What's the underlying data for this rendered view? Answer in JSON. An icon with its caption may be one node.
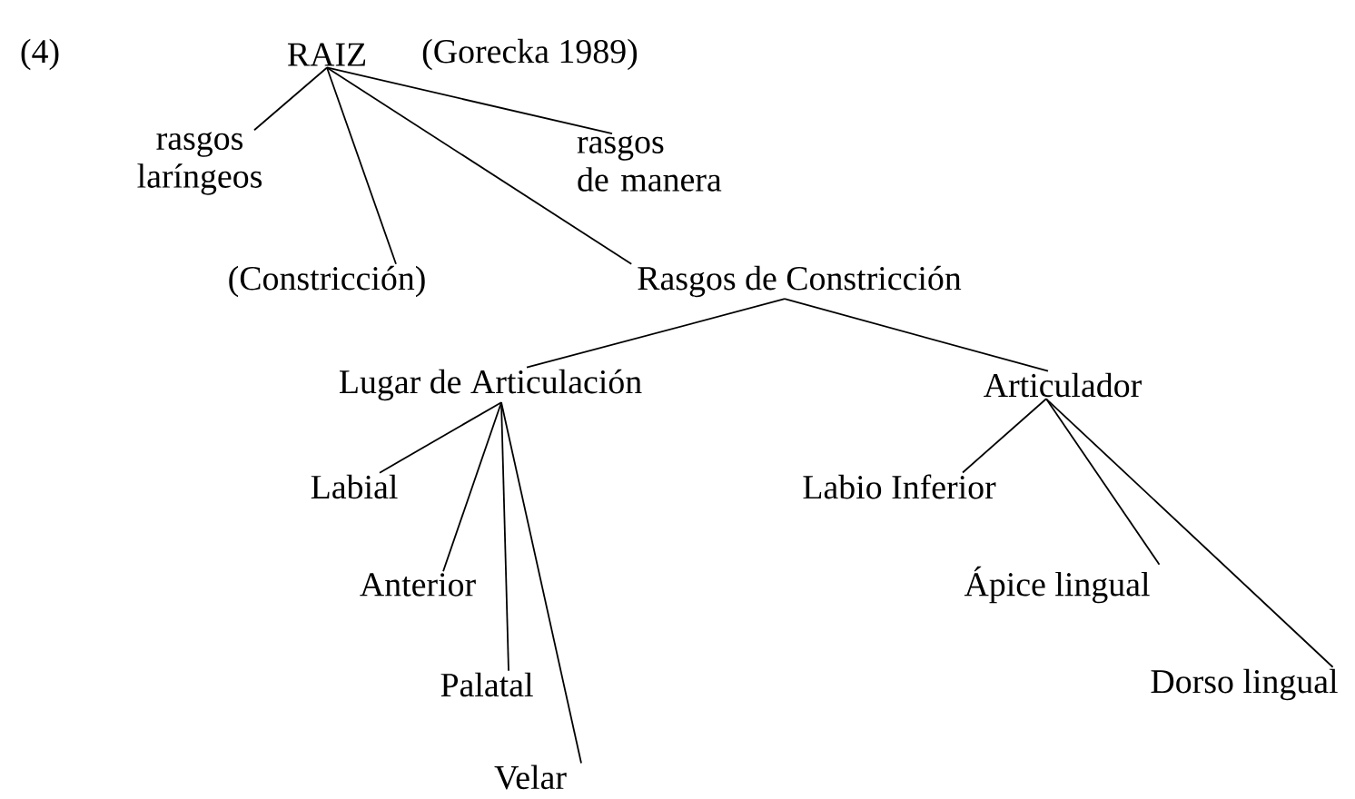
{
  "diagram": {
    "nodes": [
      {
        "text": [
          "RAIZ"
        ],
        "beside": [
          "(Gorecka 1989)"
        ]
      },
      {
        "text": [
          "rasgos laríngeos"
        ]
      },
      {
        "text": [
          "rasgos de manera"
        ]
      },
      {
        "text": [
          "(Constricción)"
        ]
      },
      {
        "text": [
          "Rasgos de Constricción"
        ]
      },
      {
        "text": [
          "Lugar de Articulación"
        ]
      },
      {
        "text": [
          "Articulador"
        ]
      },
      {
        "text": [
          "Labial"
        ]
      },
      {
        "text": [
          "Anterior"
        ]
      },
      {
        "text": [
          "Palatal"
        ]
      },
      {
        "text": [
          "Velar"
        ]
      },
      {
        "text": [
          "Labio Inferior"
        ]
      },
      {
        "text": [
          "Ápice lingual"
        ]
      },
      {
        "text": [
          "Dorso lingual"
        ]
      }
    ],
    "edges": [
      {
        "from": 0,
        "to": 1,
        "arrow": "none"
      },
      {
        "from": 0,
        "to": 3,
        "arrow": "none"
      },
      {
        "from": 0,
        "to": 4,
        "arrow": "none"
      },
      {
        "from": 0,
        "to": 2,
        "arrow": "none"
      },
      {
        "from": 4,
        "to": 5,
        "arrow": "none"
      },
      {
        "from": 4,
        "to": 6,
        "arrow": "none"
      },
      {
        "from": 5,
        "to": 7,
        "arrow": "none"
      },
      {
        "from": 5,
        "to": 8,
        "arrow": "none"
      },
      {
        "from": 5,
        "to": 9,
        "arrow": "none"
      },
      {
        "from": 5,
        "to": 10,
        "arrow": "none"
      },
      {
        "from": 6,
        "to": 11,
        "arrow": "none"
      },
      {
        "from": 6,
        "to": 12,
        "arrow": "none"
      },
      {
        "from": 6,
        "to": 13,
        "arrow": "none"
      }
    ],
    "labels": [
      "(4)"
    ]
  }
}
